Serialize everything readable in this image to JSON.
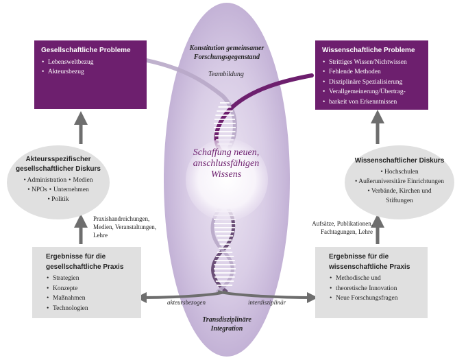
{
  "colors": {
    "purple": "#6d1f6e",
    "ellipse": "#cdc0dc",
    "gray_box": "#e0e0e0",
    "gray_oval": "#e0e0e0",
    "arrow": "#707070"
  },
  "center": {
    "top_title_1": "Konstitution gemeinsamer",
    "top_title_2": "Forschungsgegenstand",
    "teambildung": "Teambildung",
    "core_1": "Schaffung neuen,",
    "core_2": "anschlussfähigen",
    "core_3": "Wissens",
    "bottom_title_1": "Transdisziplinäre",
    "bottom_title_2": "Integration",
    "left_arrow_label": "akteursbezogen",
    "right_arrow_label": "interdisziplinär"
  },
  "gesellschaftliche_probleme": {
    "title": "Gesellschaftliche Probleme",
    "items": [
      "Lebensweltbezug",
      "Akteursbezug"
    ]
  },
  "wissenschaftliche_probleme": {
    "title": "Wissenschaftliche Probleme",
    "items": [
      "Strittiges Wissen/Nichtwissen",
      "Fehlende Methoden",
      "Disziplinäre Spezialisierung",
      "Verallgemeinerung/Übertrag-",
      "barkeit von Erkenntnissen"
    ]
  },
  "akteurs_diskurs": {
    "title_1": "Akteursspezifischer",
    "title_2": "gesellschaftlicher Diskurs",
    "row1": [
      "Administration",
      "Medien"
    ],
    "row2": [
      "NPOs",
      "Unternehmen"
    ],
    "row3": [
      "Politik"
    ]
  },
  "wiss_diskurs": {
    "title": "Wissenschaftlicher Diskurs",
    "row1": "Hochschulen",
    "row2": "Außeruniversitäre Einrichtungen",
    "row3a": "Verbände, Kirchen und",
    "row3b": "Stiftungen"
  },
  "left_arrow_text": [
    "Praxishandreichungen,",
    "Medien, Veranstaltungen,",
    "Lehre"
  ],
  "right_arrow_text": [
    "Aufsätze, Publikationen,",
    "Fachtagungen, Lehre"
  ],
  "ergebnisse_praxis": {
    "title_1": "Ergebnisse für die",
    "title_2": "gesellschaftliche Praxis",
    "items": [
      "Strategien",
      "Konzepte",
      "Maßnahmen",
      "Technologien"
    ]
  },
  "ergebnisse_wiss": {
    "title_1": "Ergebnisse für die",
    "title_2": "wissenschaftliche Praxis",
    "items": [
      "Methodische und",
      "theoretische Innovation",
      "Neue Forschungsfragen"
    ]
  }
}
